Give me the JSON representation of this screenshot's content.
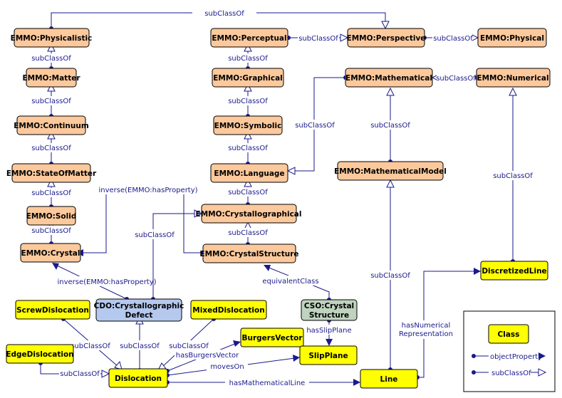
{
  "colors": {
    "emmo": "#fcc99c",
    "yellow": "#ffff00",
    "cdo": "#b5c8ee",
    "cso": "#bfd3bf",
    "edge": "#1a1a8c"
  },
  "nodes": {
    "physicalistic": "EMMO:Physicalistic",
    "matter": "EMMO:Matter",
    "continuum": "EMMO:Continuum",
    "stateofmatter": "EMMO:StateOfMatter",
    "solid": "EMMO:Solid",
    "crystal": "EMMO:Crystal",
    "perceptual": "EMMO:Perceptual",
    "graphical": "EMMO:Graphical",
    "symbolic": "EMMO:Symbolic",
    "language": "EMMO:Language",
    "crystallographical": "EMMO:Crystallographical",
    "crystalstructure": "EMMO:CrystalStructure",
    "perspective": "EMMO:Perspective",
    "physical": "EMMO:Physical",
    "mathematical": "EMMO:Mathematical",
    "numerical": "EMMO:Numerical",
    "mathematicalmodel": "EMMO:MathematicalModel",
    "discretizedline": "DiscretizedLine",
    "cdo_line1": "CDO:Crystallographic",
    "cdo_line2": "Defect",
    "cso_line1": "CSO:Crystal",
    "cso_line2": "Structure",
    "screwdislocation": "ScrewDislocation",
    "mixeddislocation": "MixedDislocation",
    "edgedislocation": "EdgeDislocation",
    "dislocation": "Dislocation",
    "burgersvector": "BurgersVector",
    "slipplane": "SlipPlane",
    "line": "Line"
  },
  "edge_labels": {
    "subclassof": "subClassOf",
    "inverse_hasproperty": "inverse(EMMO:hasProperty)",
    "equivalentclass": "equivalentClass",
    "hasslipplane": "hasSlipPlane",
    "hasburgersvector": "hasBurgersVector",
    "moveson": "movesOn",
    "hasmathematicalline": "hasMathematicalLine",
    "hasnumerical_line1": "hasNumerical",
    "hasnumerical_line2": "Representation"
  },
  "legend": {
    "class_label": "Class",
    "objectproperty_label": "objectProperty",
    "subclassof_label": "subClassOf"
  }
}
